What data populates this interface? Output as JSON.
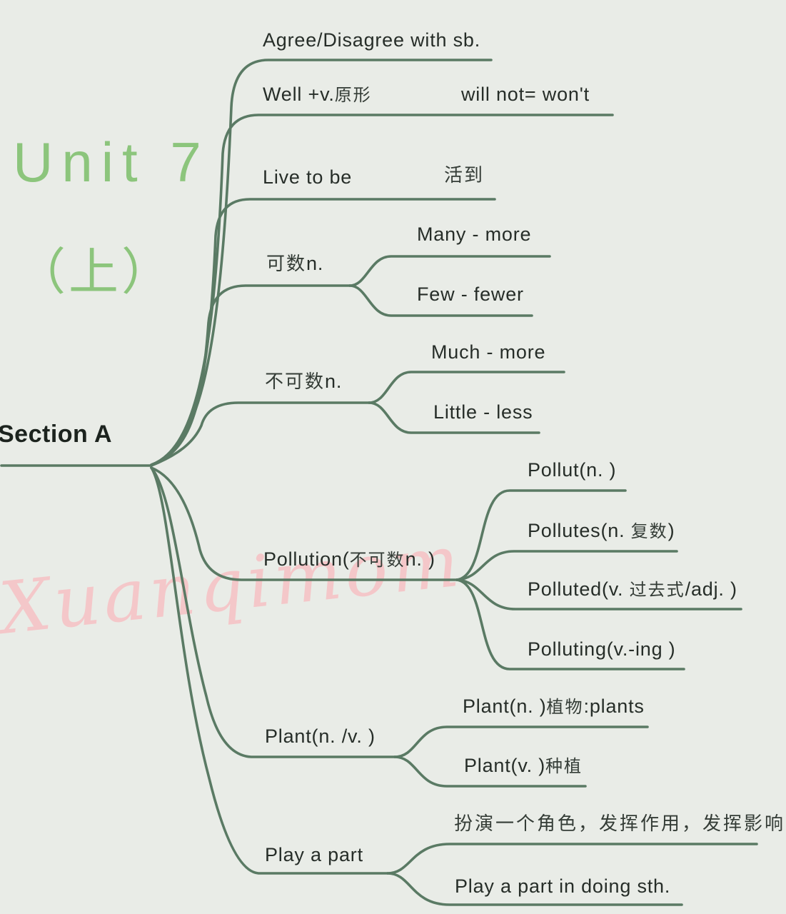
{
  "title": {
    "line1": "Unit 7",
    "line2": "（上）"
  },
  "root": "Section A",
  "watermark": "Xuanqimom",
  "colors": {
    "background": "#e9ece7",
    "line": "#5a7a64",
    "text": "#262d28",
    "hand_text": "#343c36",
    "title_green": "#8cc57c",
    "watermark_pink": "#f7bfc2"
  },
  "branches": {
    "agree": {
      "label": "Agree/Disagree with sb."
    },
    "well": {
      "label": "Well +v.",
      "hand": "原形",
      "note": "will not= won't"
    },
    "live": {
      "label": "Live to be",
      "hand": "活到"
    },
    "countable": {
      "hand": "可数",
      "suffix": "n.",
      "children": {
        "many": {
          "label": "Many - more"
        },
        "few": {
          "label": "Few - fewer"
        }
      }
    },
    "uncountable": {
      "hand": "不可数",
      "suffix": "n.",
      "children": {
        "much": {
          "label": "Much - more"
        },
        "little": {
          "label": "Little - less"
        }
      }
    },
    "pollution": {
      "pre": "Pollution(",
      "hand": "不可数",
      "post": "n. )",
      "children": {
        "pollut": {
          "label": "Pollut(n. )"
        },
        "pollutes": {
          "pre": "Pollutes(n. ",
          "hand": "复数",
          "post": ")"
        },
        "polluted": {
          "pre": "Polluted(v. ",
          "hand": "过去式",
          "post": "/adj. )"
        },
        "polluting": {
          "label": "Polluting(v.-ing )"
        }
      }
    },
    "plant": {
      "label": "Plant(n. /v. )",
      "children": {
        "plant_n": {
          "pre": "Plant(n. )",
          "hand": "植物",
          "post": ":plants"
        },
        "plant_v": {
          "pre": "Plant(v. )",
          "hand": "种植"
        }
      }
    },
    "play": {
      "label": "Play a part",
      "children": {
        "note": {
          "hand": "扮演一个角色，发挥作用，发挥影响"
        },
        "phrase": {
          "label": "Play a part in doing sth."
        }
      }
    }
  }
}
